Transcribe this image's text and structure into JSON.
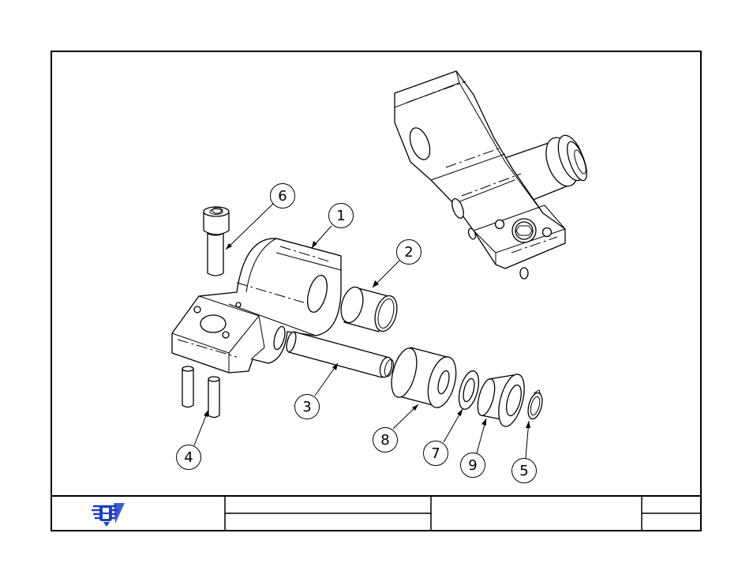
{
  "title_block": {
    "logo_icon": "company-logo-icon",
    "logo_colors": {
      "primary": "#1f3fbf",
      "accent": "#2b58e0"
    },
    "cells": [
      "",
      "",
      "",
      "",
      "",
      ""
    ]
  },
  "callouts": [
    {
      "id": "1",
      "label": "1"
    },
    {
      "id": "2",
      "label": "2"
    },
    {
      "id": "3",
      "label": "3"
    },
    {
      "id": "4",
      "label": "4"
    },
    {
      "id": "5",
      "label": "5"
    },
    {
      "id": "6",
      "label": "6"
    },
    {
      "id": "7",
      "label": "7"
    },
    {
      "id": "8",
      "label": "8"
    },
    {
      "id": "9",
      "label": "9"
    }
  ]
}
